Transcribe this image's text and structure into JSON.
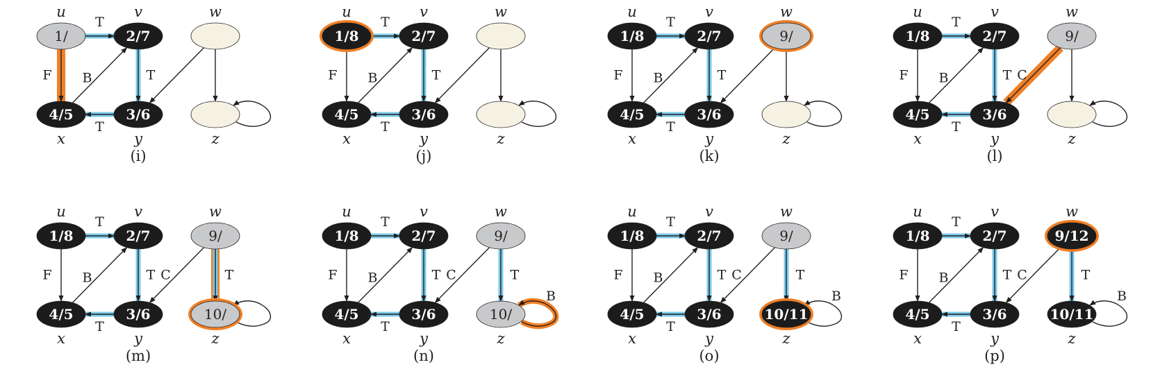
{
  "colors": {
    "black_node": "#1c1c1c",
    "gray_node": "#c8c9cb",
    "white_node": "#f5f2e4",
    "tree_edge": "#7ccbea",
    "highlight": "#f07f25",
    "edge": "#231f20",
    "background": "#ffffff"
  },
  "vertex_labels": {
    "u": "u",
    "v": "v",
    "w": "w",
    "x": "x",
    "y": "y",
    "z": "z"
  },
  "panels": [
    {
      "caption": "(i)",
      "vertices": {
        "u": {
          "label": "1/",
          "color": "gray"
        },
        "v": {
          "label": "2/7",
          "color": "black"
        },
        "w": {
          "label": "",
          "color": "white"
        },
        "x": {
          "label": "4/5",
          "color": "black"
        },
        "y": {
          "label": "3/6",
          "color": "black"
        },
        "z": {
          "label": "",
          "color": "white"
        }
      },
      "highlight_vertex": null,
      "edges": [
        {
          "from": "u",
          "to": "v",
          "tree": true,
          "label": "T"
        },
        {
          "from": "u",
          "to": "x",
          "tree": false,
          "label": "F",
          "highlight": true
        },
        {
          "from": "x",
          "to": "v",
          "tree": false,
          "label": "B"
        },
        {
          "from": "v",
          "to": "y",
          "tree": true,
          "label": "T"
        },
        {
          "from": "y",
          "to": "x",
          "tree": true,
          "label": "T"
        },
        {
          "from": "w",
          "to": "y",
          "tree": false,
          "label": ""
        },
        {
          "from": "w",
          "to": "z",
          "tree": false,
          "label": ""
        },
        {
          "from": "z",
          "to": "z",
          "tree": false,
          "label": ""
        }
      ]
    },
    {
      "caption": "(j)",
      "vertices": {
        "u": {
          "label": "1/8",
          "color": "black"
        },
        "v": {
          "label": "2/7",
          "color": "black"
        },
        "w": {
          "label": "",
          "color": "white"
        },
        "x": {
          "label": "4/5",
          "color": "black"
        },
        "y": {
          "label": "3/6",
          "color": "black"
        },
        "z": {
          "label": "",
          "color": "white"
        }
      },
      "highlight_vertex": "u",
      "edges": [
        {
          "from": "u",
          "to": "v",
          "tree": true,
          "label": "T"
        },
        {
          "from": "u",
          "to": "x",
          "tree": false,
          "label": "F"
        },
        {
          "from": "x",
          "to": "v",
          "tree": false,
          "label": "B"
        },
        {
          "from": "v",
          "to": "y",
          "tree": true,
          "label": "T"
        },
        {
          "from": "y",
          "to": "x",
          "tree": true,
          "label": "T"
        },
        {
          "from": "w",
          "to": "y",
          "tree": false,
          "label": ""
        },
        {
          "from": "w",
          "to": "z",
          "tree": false,
          "label": ""
        },
        {
          "from": "z",
          "to": "z",
          "tree": false,
          "label": ""
        }
      ]
    },
    {
      "caption": "(k)",
      "vertices": {
        "u": {
          "label": "1/8",
          "color": "black"
        },
        "v": {
          "label": "2/7",
          "color": "black"
        },
        "w": {
          "label": "9/",
          "color": "gray"
        },
        "x": {
          "label": "4/5",
          "color": "black"
        },
        "y": {
          "label": "3/6",
          "color": "black"
        },
        "z": {
          "label": "",
          "color": "white"
        }
      },
      "highlight_vertex": "w",
      "edges": [
        {
          "from": "u",
          "to": "v",
          "tree": true,
          "label": "T"
        },
        {
          "from": "u",
          "to": "x",
          "tree": false,
          "label": "F"
        },
        {
          "from": "x",
          "to": "v",
          "tree": false,
          "label": "B"
        },
        {
          "from": "v",
          "to": "y",
          "tree": true,
          "label": "T"
        },
        {
          "from": "y",
          "to": "x",
          "tree": true,
          "label": "T"
        },
        {
          "from": "w",
          "to": "y",
          "tree": false,
          "label": ""
        },
        {
          "from": "w",
          "to": "z",
          "tree": false,
          "label": ""
        },
        {
          "from": "z",
          "to": "z",
          "tree": false,
          "label": ""
        }
      ]
    },
    {
      "caption": "(l)",
      "vertices": {
        "u": {
          "label": "1/8",
          "color": "black"
        },
        "v": {
          "label": "2/7",
          "color": "black"
        },
        "w": {
          "label": "9/",
          "color": "gray"
        },
        "x": {
          "label": "4/5",
          "color": "black"
        },
        "y": {
          "label": "3/6",
          "color": "black"
        },
        "z": {
          "label": "",
          "color": "white"
        }
      },
      "highlight_vertex": null,
      "edges": [
        {
          "from": "u",
          "to": "v",
          "tree": true,
          "label": "T"
        },
        {
          "from": "u",
          "to": "x",
          "tree": false,
          "label": "F"
        },
        {
          "from": "x",
          "to": "v",
          "tree": false,
          "label": "B"
        },
        {
          "from": "v",
          "to": "y",
          "tree": true,
          "label": "T"
        },
        {
          "from": "y",
          "to": "x",
          "tree": true,
          "label": "T"
        },
        {
          "from": "w",
          "to": "y",
          "tree": false,
          "label": "C",
          "highlight": true
        },
        {
          "from": "w",
          "to": "z",
          "tree": false,
          "label": ""
        },
        {
          "from": "z",
          "to": "z",
          "tree": false,
          "label": ""
        }
      ]
    },
    {
      "caption": "(m)",
      "vertices": {
        "u": {
          "label": "1/8",
          "color": "black"
        },
        "v": {
          "label": "2/7",
          "color": "black"
        },
        "w": {
          "label": "9/",
          "color": "gray"
        },
        "x": {
          "label": "4/5",
          "color": "black"
        },
        "y": {
          "label": "3/6",
          "color": "black"
        },
        "z": {
          "label": "10/",
          "color": "gray"
        }
      },
      "highlight_vertex": "z",
      "edges": [
        {
          "from": "u",
          "to": "v",
          "tree": true,
          "label": "T"
        },
        {
          "from": "u",
          "to": "x",
          "tree": false,
          "label": "F"
        },
        {
          "from": "x",
          "to": "v",
          "tree": false,
          "label": "B"
        },
        {
          "from": "v",
          "to": "y",
          "tree": true,
          "label": "T"
        },
        {
          "from": "y",
          "to": "x",
          "tree": true,
          "label": "T"
        },
        {
          "from": "w",
          "to": "y",
          "tree": false,
          "label": "C"
        },
        {
          "from": "w",
          "to": "z",
          "tree": true,
          "label": "T",
          "highlight": true
        },
        {
          "from": "z",
          "to": "z",
          "tree": false,
          "label": ""
        }
      ]
    },
    {
      "caption": "(n)",
      "vertices": {
        "u": {
          "label": "1/8",
          "color": "black"
        },
        "v": {
          "label": "2/7",
          "color": "black"
        },
        "w": {
          "label": "9/",
          "color": "gray"
        },
        "x": {
          "label": "4/5",
          "color": "black"
        },
        "y": {
          "label": "3/6",
          "color": "black"
        },
        "z": {
          "label": "10/",
          "color": "gray"
        }
      },
      "highlight_vertex": null,
      "edges": [
        {
          "from": "u",
          "to": "v",
          "tree": true,
          "label": "T"
        },
        {
          "from": "u",
          "to": "x",
          "tree": false,
          "label": "F"
        },
        {
          "from": "x",
          "to": "v",
          "tree": false,
          "label": "B"
        },
        {
          "from": "v",
          "to": "y",
          "tree": true,
          "label": "T"
        },
        {
          "from": "y",
          "to": "x",
          "tree": true,
          "label": "T"
        },
        {
          "from": "w",
          "to": "y",
          "tree": false,
          "label": "C"
        },
        {
          "from": "w",
          "to": "z",
          "tree": true,
          "label": "T"
        },
        {
          "from": "z",
          "to": "z",
          "tree": false,
          "label": "B",
          "highlight": true
        }
      ]
    },
    {
      "caption": "(o)",
      "vertices": {
        "u": {
          "label": "1/8",
          "color": "black"
        },
        "v": {
          "label": "2/7",
          "color": "black"
        },
        "w": {
          "label": "9/",
          "color": "gray"
        },
        "x": {
          "label": "4/5",
          "color": "black"
        },
        "y": {
          "label": "3/6",
          "color": "black"
        },
        "z": {
          "label": "10/11",
          "color": "black"
        }
      },
      "highlight_vertex": "z",
      "edges": [
        {
          "from": "u",
          "to": "v",
          "tree": true,
          "label": "T"
        },
        {
          "from": "u",
          "to": "x",
          "tree": false,
          "label": "F"
        },
        {
          "from": "x",
          "to": "v",
          "tree": false,
          "label": "B"
        },
        {
          "from": "v",
          "to": "y",
          "tree": true,
          "label": "T"
        },
        {
          "from": "y",
          "to": "x",
          "tree": true,
          "label": "T"
        },
        {
          "from": "w",
          "to": "y",
          "tree": false,
          "label": "C"
        },
        {
          "from": "w",
          "to": "z",
          "tree": true,
          "label": "T"
        },
        {
          "from": "z",
          "to": "z",
          "tree": false,
          "label": "B"
        }
      ]
    },
    {
      "caption": "(p)",
      "vertices": {
        "u": {
          "label": "1/8",
          "color": "black"
        },
        "v": {
          "label": "2/7",
          "color": "black"
        },
        "w": {
          "label": "9/12",
          "color": "black"
        },
        "x": {
          "label": "4/5",
          "color": "black"
        },
        "y": {
          "label": "3/6",
          "color": "black"
        },
        "z": {
          "label": "10/11",
          "color": "black"
        }
      },
      "highlight_vertex": "w",
      "edges": [
        {
          "from": "u",
          "to": "v",
          "tree": true,
          "label": "T"
        },
        {
          "from": "u",
          "to": "x",
          "tree": false,
          "label": "F"
        },
        {
          "from": "x",
          "to": "v",
          "tree": false,
          "label": "B"
        },
        {
          "from": "v",
          "to": "y",
          "tree": true,
          "label": "T"
        },
        {
          "from": "y",
          "to": "x",
          "tree": true,
          "label": "T"
        },
        {
          "from": "w",
          "to": "y",
          "tree": false,
          "label": "C"
        },
        {
          "from": "w",
          "to": "z",
          "tree": true,
          "label": "T"
        },
        {
          "from": "z",
          "to": "z",
          "tree": false,
          "label": "B"
        }
      ]
    }
  ]
}
